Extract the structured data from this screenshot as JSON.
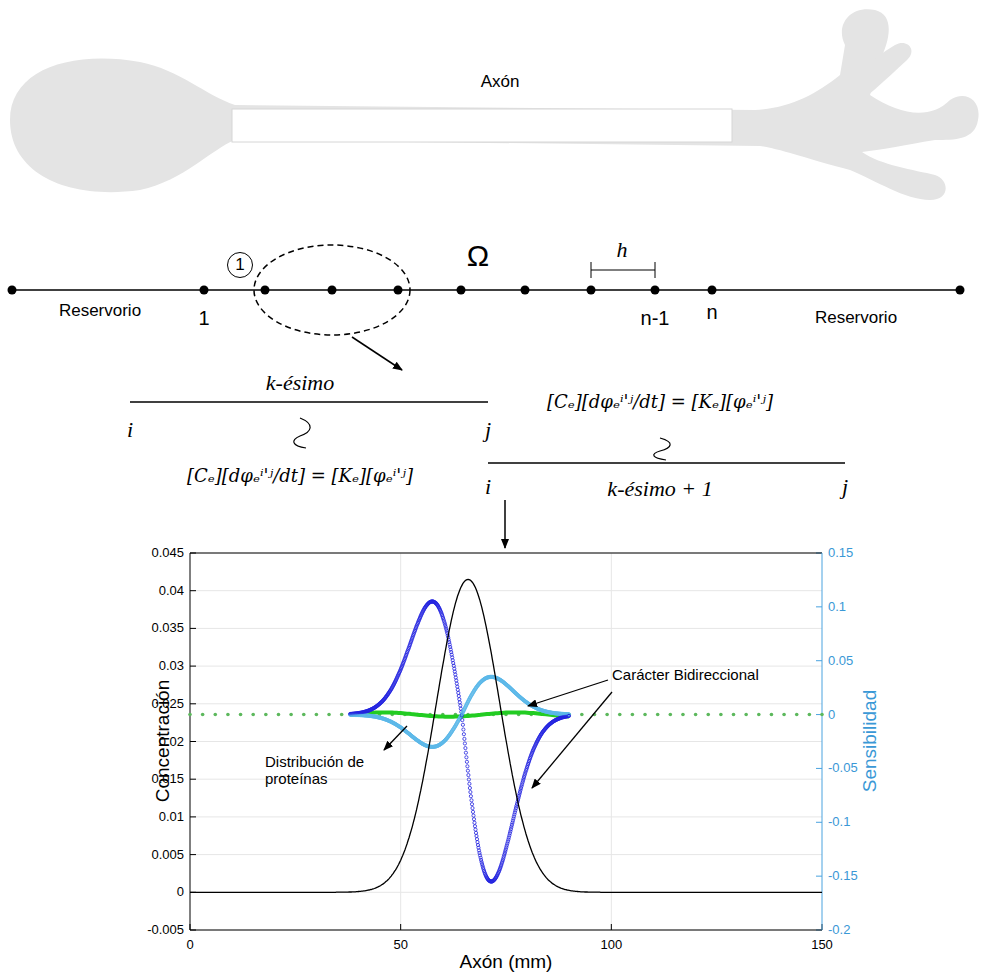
{
  "diagram": {
    "nodes": [
      {
        "text": [
          "1"
        ]
      }
    ],
    "labels": [
      "Axón",
      "Reservorio",
      "1",
      "Ω",
      "h",
      "n-1",
      "n",
      "Reservorio",
      "k-ésimo",
      "[Cₑ][dφₑⁱ'ʲ/dt] = [Kₑ][φₑⁱ'ʲ]",
      "i",
      "j",
      "[Cₑ][dφₑⁱ'ʲ/dt] = [Kₑ][φₑⁱ'ʲ]",
      "i",
      "k-ésimo + 1",
      "j",
      "0.045",
      "0.04",
      "0.035",
      "0.03",
      "0.025",
      "0.02",
      "0.015",
      "0.01",
      "0.005",
      "0",
      "-0.005",
      "0.15",
      "0.1",
      "0.05",
      "0",
      "-0.05",
      "-0.1",
      "-0.15",
      "-0.2",
      "0",
      "50",
      "100",
      "150",
      "Concentración",
      "Sensibilidad",
      "Axón (mm)",
      "Carácter Bidireccional",
      "Distribución de proteínas"
    ]
  }
}
